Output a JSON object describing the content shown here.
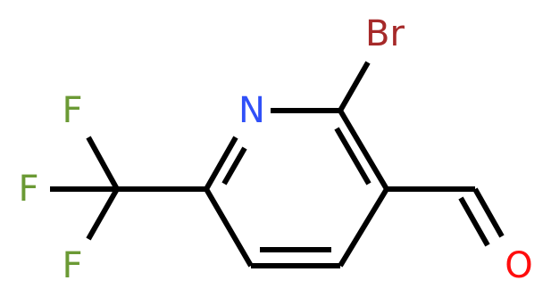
{
  "molecule": {
    "atoms": {
      "nitrogen": {
        "symbol": "N",
        "color": "#3050F8"
      },
      "bromine": {
        "symbol": "Br",
        "color": "#A62929"
      },
      "oxygen": {
        "symbol": "O",
        "color": "#FF0D0D"
      },
      "fluorine_top": {
        "symbol": "F",
        "color": "#6B9A35"
      },
      "fluorine_left": {
        "symbol": "F",
        "color": "#6B9A35"
      },
      "fluorine_bottom": {
        "symbol": "F",
        "color": "#6B9A35"
      }
    },
    "bond_color": "#000000"
  }
}
